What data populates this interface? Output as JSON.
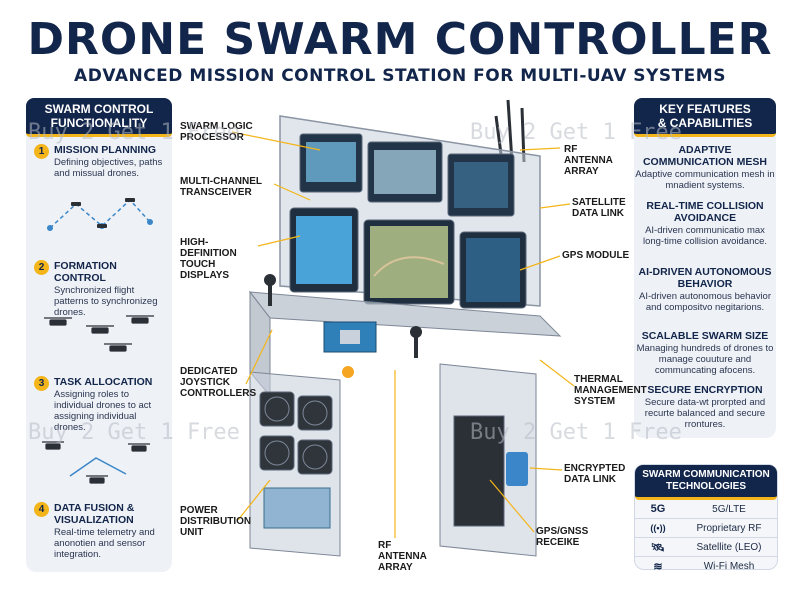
{
  "title": "DRONE SWARM CONTROLLER",
  "subtitle": "ADVANCED MISSION CONTROL STATION FOR MULTI-UAV SYSTEMS",
  "left_panel": {
    "heading_line1": "SWARM CONTROL",
    "heading_line2": "FUNCTIONALITY",
    "steps": [
      {
        "num": "1",
        "title": "MISSION PLANNING",
        "desc": "Defining objectives, paths and missual drones."
      },
      {
        "num": "2",
        "title": "FORMATION CONTROL",
        "desc": "Synchronized flight patterns to synchronizeg drones."
      },
      {
        "num": "3",
        "title": "TASK ALLOCATION",
        "desc": "Assigning roles to individual drones to act assigning individual drones."
      },
      {
        "num": "4",
        "title": "DATA FUSION & VISUALIZATION",
        "desc": "Real-time telemetry and anonotien and sensor integration."
      }
    ]
  },
  "right_panel": {
    "heading_line1": "KEY FEATURES",
    "heading_line2": "& CAPABILITIES",
    "features": [
      {
        "title": "ADAPTIVE COMMUNICATION MESH",
        "desc": "Adaptive communication mesh in mnadient systems."
      },
      {
        "title": "REAL-TIME COLLISION AVOIDANCE",
        "desc": "AI-driven communicatio max long-time collision avoidance."
      },
      {
        "title": "AI-DRIVEN AUTONOMOUS BEHAVIOR",
        "desc": "AI-driven autonomous behavior and compositvo negitarions."
      },
      {
        "title": "SCALABLE SWARM SIZE",
        "desc": "Managing hundreds of drones to manage couuture and communcating afocens."
      },
      {
        "title": "SECURE ENCRYPTION",
        "desc": "Secure data-wt prorpted and recurte balanced and secure rrontures."
      }
    ]
  },
  "comm_panel": {
    "heading_line1": "SWARM COMMUNICATION",
    "heading_line2": "TECHNOLOGIES",
    "rows": [
      {
        "icon": "5G",
        "label": "5G/LTE"
      },
      {
        "icon": "((•))",
        "label": "Proprietary RF"
      },
      {
        "icon": "🛰",
        "label": "Satellite (LEO)"
      },
      {
        "icon": "≋",
        "label": "Wi-Fi Mesh"
      }
    ]
  },
  "callouts": {
    "swarm_logic": "SWARM LOGIC PROCESSOR",
    "multi_channel": "MULTI-CHANNEL TRANSCEIVER",
    "hd_displays": "HIGH-DEFINITION TOUCH DISPLAYS",
    "joystick": "DEDICATED JOYSTICK CONTROLLERS",
    "power": "POWER DISTRIBUTION UNIT",
    "rf_bottom": "RF ANTENNA ARRAY",
    "rf_top": "RF ANTENNA ARRAY",
    "satellite": "SATELLITE DATA LINK",
    "gps": "GPS MODULE",
    "thermal": "THERMAL MANAGEMENT SYSTEM",
    "encrypted": "ENCRYPTED DATA LINK",
    "gnss": "GPS/GNSS RECEIКE"
  },
  "watermarks": [
    "Buy 2 Get 1 Free",
    "Buy 2 Get 1 Free",
    "Buy 2 Get 1 Free",
    "Buy 2 Get 1 Free"
  ]
}
